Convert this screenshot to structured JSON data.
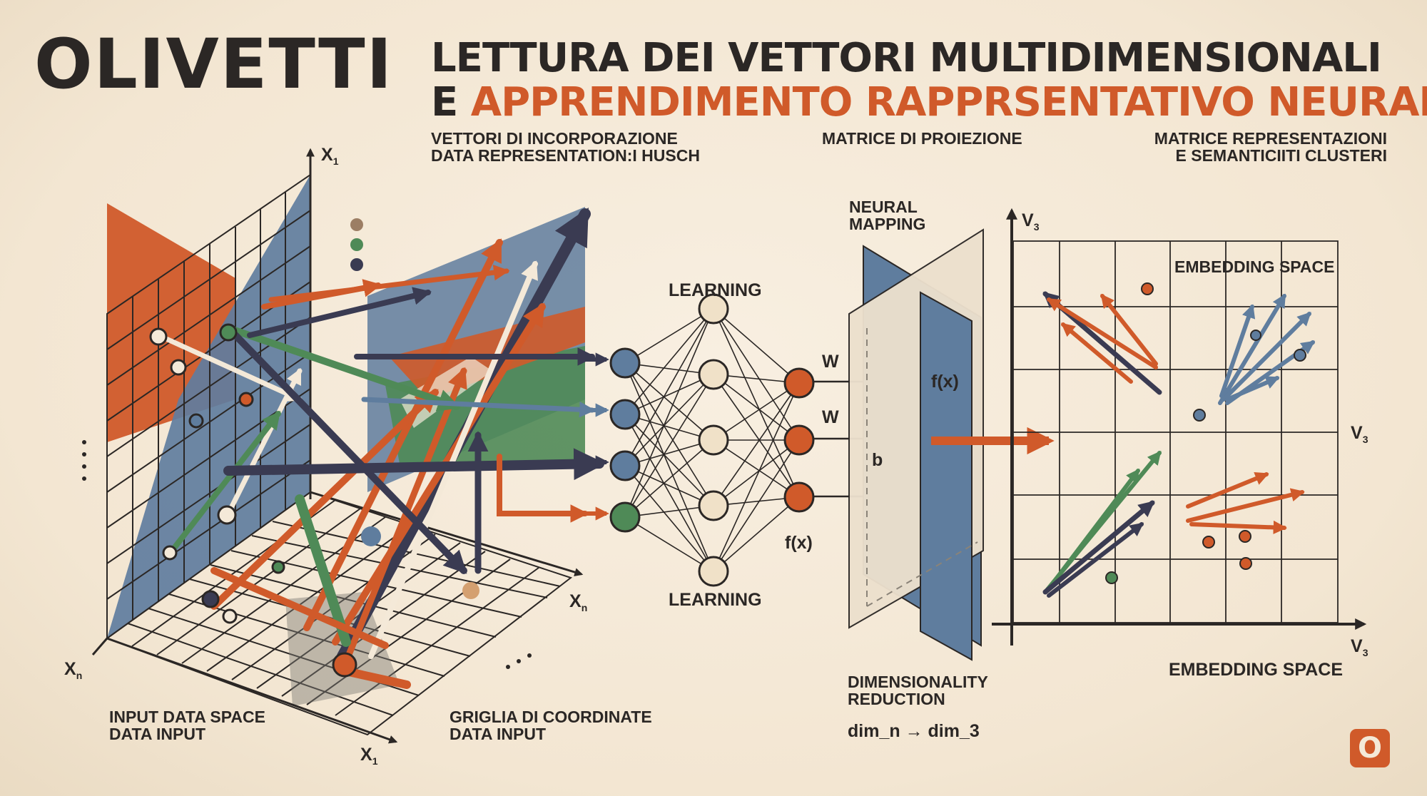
{
  "header": {
    "brand": "OLIVETTI",
    "title_line1": "LETTURA DEI VETTORI MULTIDIMENSIONALI",
    "title_line2_prefix": "E",
    "title_line2_accent": "APPRENDIMENTO RAPPRSENTATIVO NEURALE"
  },
  "subheaders": {
    "left_line1": "VETTORI DI INCORPORAZIONE",
    "left_line2": "DATA REPRESENTATION:I HUSCH",
    "center": "MATRICE DI PROIEZIONE",
    "right_line1": "MATRICE REPRESENTAZIONI",
    "right_line2": "E SEMANTICIITI CLUSTERI"
  },
  "input_space": {
    "axis_x1_top": "X",
    "axis_x1_top_sub": "1",
    "axis_xn_left": "X",
    "axis_xn_left_sub": "n",
    "axis_xn_right": "X",
    "axis_xn_right_sub": "n",
    "axis_x1_bottom": "X",
    "axis_x1_bottom_sub": "1",
    "label_line1": "INPUT DATA SPACE",
    "label_line2": "DATA INPUT",
    "grid_label_line1": "GRIGLIA DI COORDINATE",
    "grid_label_line2": "DATA INPUT"
  },
  "network": {
    "label_top": "LEARNING",
    "label_bottom": "LEARNING",
    "layers": [
      4,
      5,
      3
    ],
    "weight_label_1": "W",
    "weight_label_2": "W",
    "output_fn_label": "f(x)"
  },
  "projection": {
    "label_line1": "NEURAL",
    "label_line2": "MAPPING",
    "fx_label": "f(x)",
    "bias_label": "b",
    "reduction_line1": "DIMENSIONALITY",
    "reduction_line2": "REDUCTION",
    "formula": "dim_n → dim_3"
  },
  "embedding": {
    "axis_top": "V",
    "axis_top_sub": "3",
    "axis_right": "V",
    "axis_right_sub": "3",
    "axis_bottom": "V",
    "axis_bottom_sub": "3",
    "title_inside": "EMBEDDING SPACE",
    "title_below": "EMBEDDING SPACE"
  },
  "corner_logo": "O",
  "colors": {
    "background": "#f4e9d8",
    "ink": "#2b2725",
    "orange": "#d05a2a",
    "slate_blue": "#5f7d9e",
    "green": "#4f8a57",
    "navy": "#3a3b52"
  }
}
